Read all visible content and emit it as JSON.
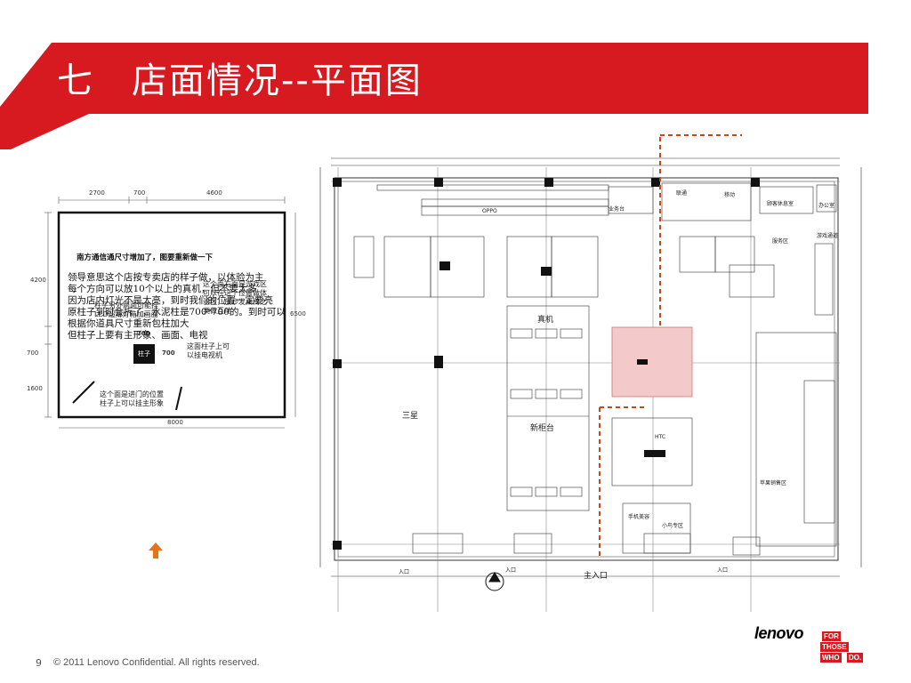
{
  "slide": {
    "title": "七　店面情况--平面图",
    "page_number": "9",
    "footer": "© 2011 Lenovo Confidential. All rights reserved.",
    "colors": {
      "accent": "#d71a20",
      "text": "#111111"
    }
  },
  "left_sketch": {
    "dims": {
      "top_a": "2700",
      "top_b": "700",
      "top_c": "4600",
      "left_a": "4200",
      "left_b": "700",
      "left_c": "1600",
      "right": "6500",
      "bottom": "8000",
      "pillar_w": "700",
      "pillar_h": "700"
    },
    "pillar_label": "柱子",
    "note_left": "柱子另外两面可能挂\nLED超薄灯箱加画面",
    "note_right_top": "这个面右面是游戏区\n可以在这个位置做体\n验区，放沙发桌椅之\n类做互动",
    "note_right_mid": "这面柱子上可\n以挂电视机",
    "note_bottom": "这个面是进门的位置\n柱子上可以挂主形象",
    "caption": "南方通信通尺寸增加了，图要重新做一下",
    "leader_note": "领导意思这个店按专卖店的样子做，以体验为主\n每个方向可以放10个以上的真机，但不要太多\n因为店内灯光不是太亮，到时我们的位置一定要亮\n原柱子到时会拆了，水泥柱是700*700的。到时可以\n根据你道具尺寸重新包柱加大\n但柱子上要有主形象、画面、电视",
    "arrow_icon": "up-arrow-icon"
  },
  "floorplan": {
    "zone_samsung": "三星",
    "zone_demo": "真机",
    "zone_new_counter": "新柜台",
    "zone_phone_beauty": "手机美容",
    "zone_xiaomi": "小鸟专区",
    "zone_accessories": "苹果销售区",
    "zone_gaming": "游戏通道",
    "zone_office": "办公室",
    "zone_storage": "顾客休息室",
    "zone_business": "业务台",
    "label_htc": "HTC",
    "label_oppo": "OPPO",
    "label_mobile": "移动",
    "label_unicom": "联通",
    "label_main_entrance": "主入口",
    "label_entrance_1": "入口",
    "label_entrance_2": "入口",
    "label_entrance_3": "入口",
    "label_service": "服务区"
  },
  "logo": {
    "word": "lenovo",
    "tag_for": "FOR",
    "tag_those": "THOSE",
    "tag_who": "WHO",
    "tag_do": "DO."
  }
}
